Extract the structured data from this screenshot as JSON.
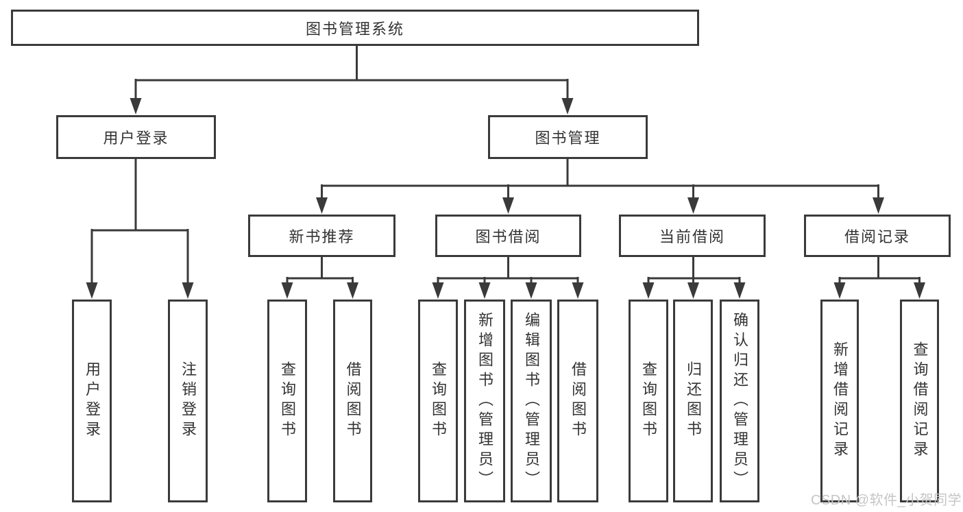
{
  "tree": {
    "root": {
      "label": "图书管理系统",
      "children": [
        {
          "label": "用户登录",
          "children": [
            {
              "label": "用户登录"
            },
            {
              "label": "注销登录"
            }
          ]
        },
        {
          "label": "图书管理",
          "children": [
            {
              "label": "新书推荐",
              "children": [
                {
                  "label": "查询图书"
                },
                {
                  "label": "借阅图书"
                }
              ]
            },
            {
              "label": "图书借阅",
              "children": [
                {
                  "label": "查询图书"
                },
                {
                  "label": "新增图书（管理员）"
                },
                {
                  "label": "编辑图书（管理员）"
                },
                {
                  "label": "借阅图书"
                }
              ]
            },
            {
              "label": "当前借阅",
              "children": [
                {
                  "label": "查询图书"
                },
                {
                  "label": "归还图书"
                },
                {
                  "label": "确认归还（管理员）"
                }
              ]
            },
            {
              "label": "借阅记录",
              "children": [
                {
                  "label": "新增借阅记录"
                },
                {
                  "label": "查询借阅记录"
                }
              ]
            }
          ]
        }
      ]
    }
  },
  "watermark": {
    "text": "CSDN @软件_小贺同学"
  },
  "colors": {
    "line": "#3a3a3a",
    "node_border": "#3a3a3a",
    "node_text": "#333333",
    "background": "#ffffff",
    "watermark_text": "#c5c5c5"
  }
}
